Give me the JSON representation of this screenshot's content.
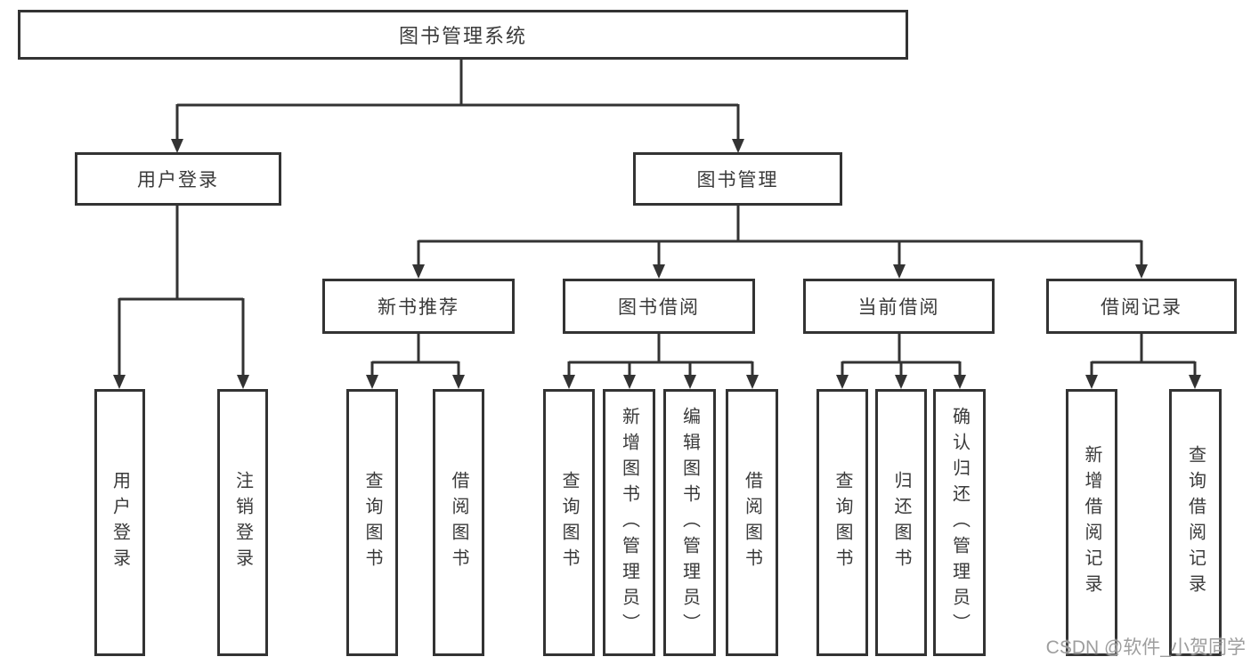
{
  "diagram": {
    "root": {
      "label": "图书管理系统"
    },
    "branches": [
      {
        "label": "用户登录",
        "children": [
          {
            "label": "用户登录"
          },
          {
            "label": "注销登录"
          }
        ]
      },
      {
        "label": "图书管理",
        "children": [
          {
            "label": "新书推荐",
            "children": [
              {
                "label": "查询图书"
              },
              {
                "label": "借阅图书"
              }
            ]
          },
          {
            "label": "图书借阅",
            "children": [
              {
                "label": "查询图书"
              },
              {
                "label": "新增图书（管理员）"
              },
              {
                "label": "编辑图书（管理员）"
              },
              {
                "label": "借阅图书"
              }
            ]
          },
          {
            "label": "当前借阅",
            "children": [
              {
                "label": "查询图书"
              },
              {
                "label": "归还图书"
              },
              {
                "label": "确认归还（管理员）"
              }
            ]
          },
          {
            "label": "借阅记录",
            "children": [
              {
                "label": "新增借阅记录"
              },
              {
                "label": "查询借阅记录"
              }
            ]
          }
        ]
      }
    ]
  },
  "watermark": {
    "text": "CSDN @软件_小贺同学"
  },
  "colors": {
    "line": "#333333",
    "box_border": "#333333",
    "box_fill": "#ffffff",
    "watermark": "#969696"
  }
}
